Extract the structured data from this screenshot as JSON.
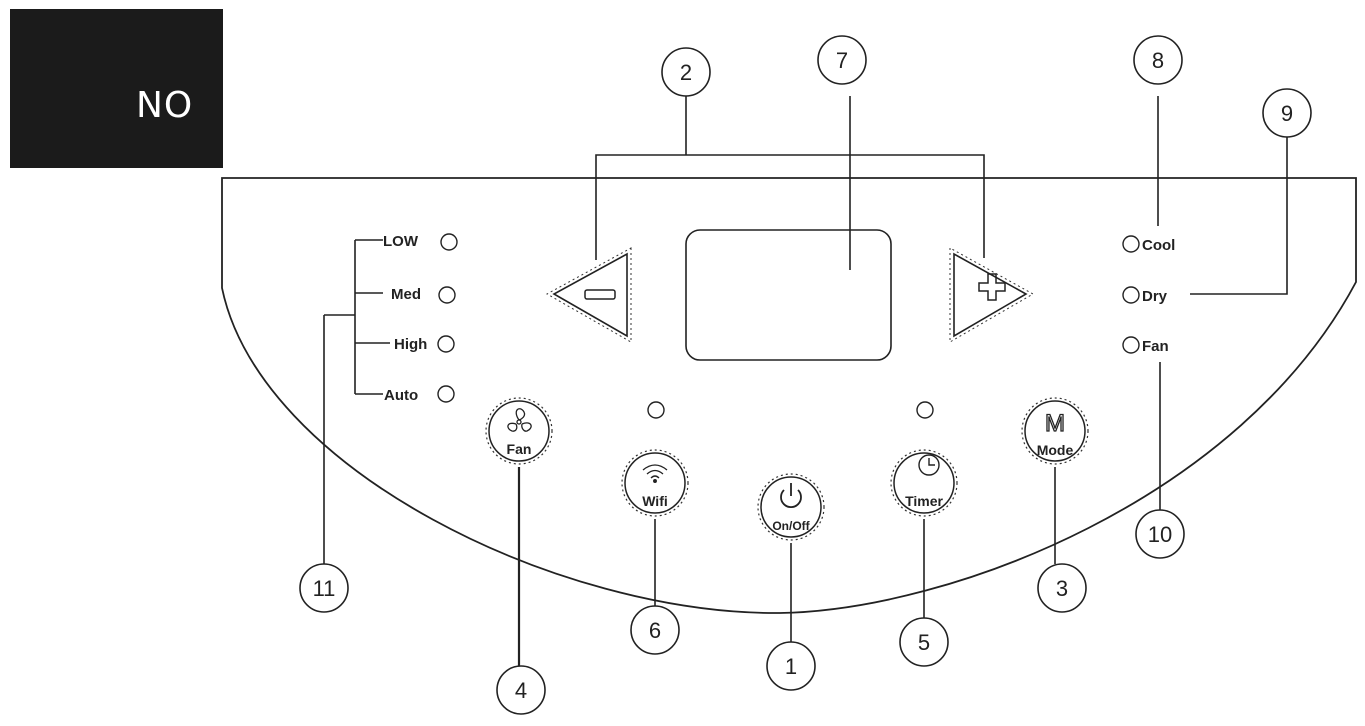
{
  "badge": {
    "text": "NO"
  },
  "fan_speed_labels": [
    "LOW",
    "Med",
    "High",
    "Auto"
  ],
  "mode_labels": [
    "Cool",
    "Dry",
    "Fan"
  ],
  "buttons": {
    "fan": "Fan",
    "wifi": "Wifi",
    "power": "On/Off",
    "timer": "Timer",
    "mode": "Mode",
    "mode_glyph": "M"
  },
  "callouts": [
    "1",
    "2",
    "3",
    "4",
    "5",
    "6",
    "7",
    "8",
    "9",
    "10",
    "11"
  ],
  "colors": {
    "badge_bg": "#1b1b1b",
    "line": "#222222",
    "background": "#ffffff"
  },
  "icons": [
    "minus-icon",
    "plus-icon",
    "fan-icon",
    "wifi-icon",
    "power-icon",
    "clock-icon",
    "indicator-led-icon"
  ]
}
